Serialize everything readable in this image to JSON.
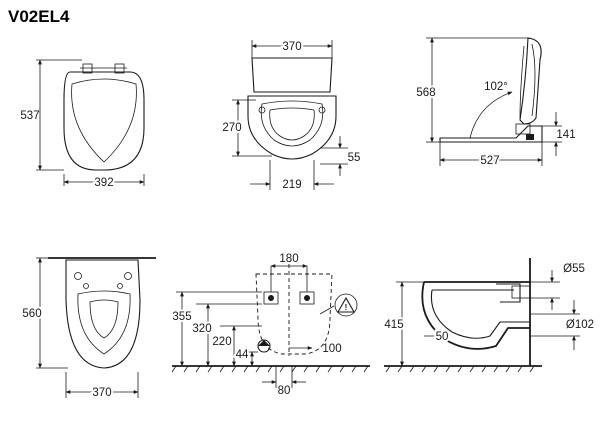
{
  "title": "V02EL4",
  "views": {
    "top_view": {
      "width": "392",
      "depth": "537"
    },
    "front_view": {
      "width": "370",
      "height": "270",
      "offset": "55",
      "base_width": "219"
    },
    "side_view": {
      "height": "568",
      "angle": "102°",
      "base_height": "141",
      "length": "527"
    },
    "rear_view": {
      "height": "560",
      "width": "370"
    },
    "mounting_view": {
      "bolt_spacing": "180",
      "height_355": "355",
      "height_320": "320",
      "height_220": "220",
      "height_44": "44",
      "offset_100": "100",
      "width_80": "80"
    },
    "section_view": {
      "outlet_diameter": "Ø55",
      "inlet_diameter": "Ø102",
      "height": "415",
      "inner_offset": "50"
    }
  }
}
